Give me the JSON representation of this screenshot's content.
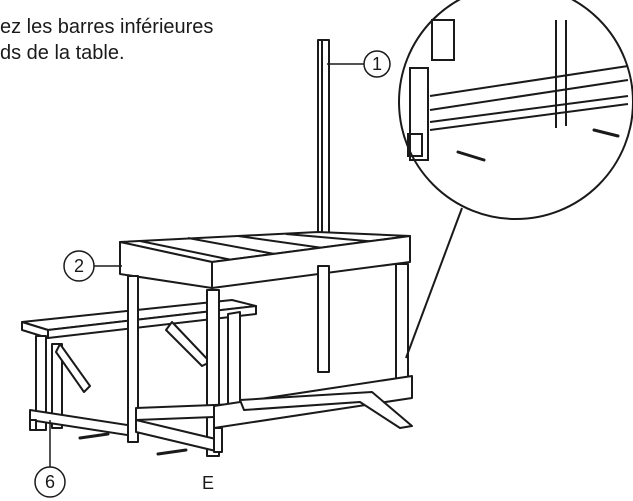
{
  "instruction": {
    "line1": "ez les barres inférieures",
    "line2": "ds de la table."
  },
  "callouts": {
    "part_1": "1",
    "part_2": "2",
    "part_6": "6"
  },
  "step_label": "E",
  "colors": {
    "ink": "#1a1a1a",
    "paper": "#ffffff"
  }
}
